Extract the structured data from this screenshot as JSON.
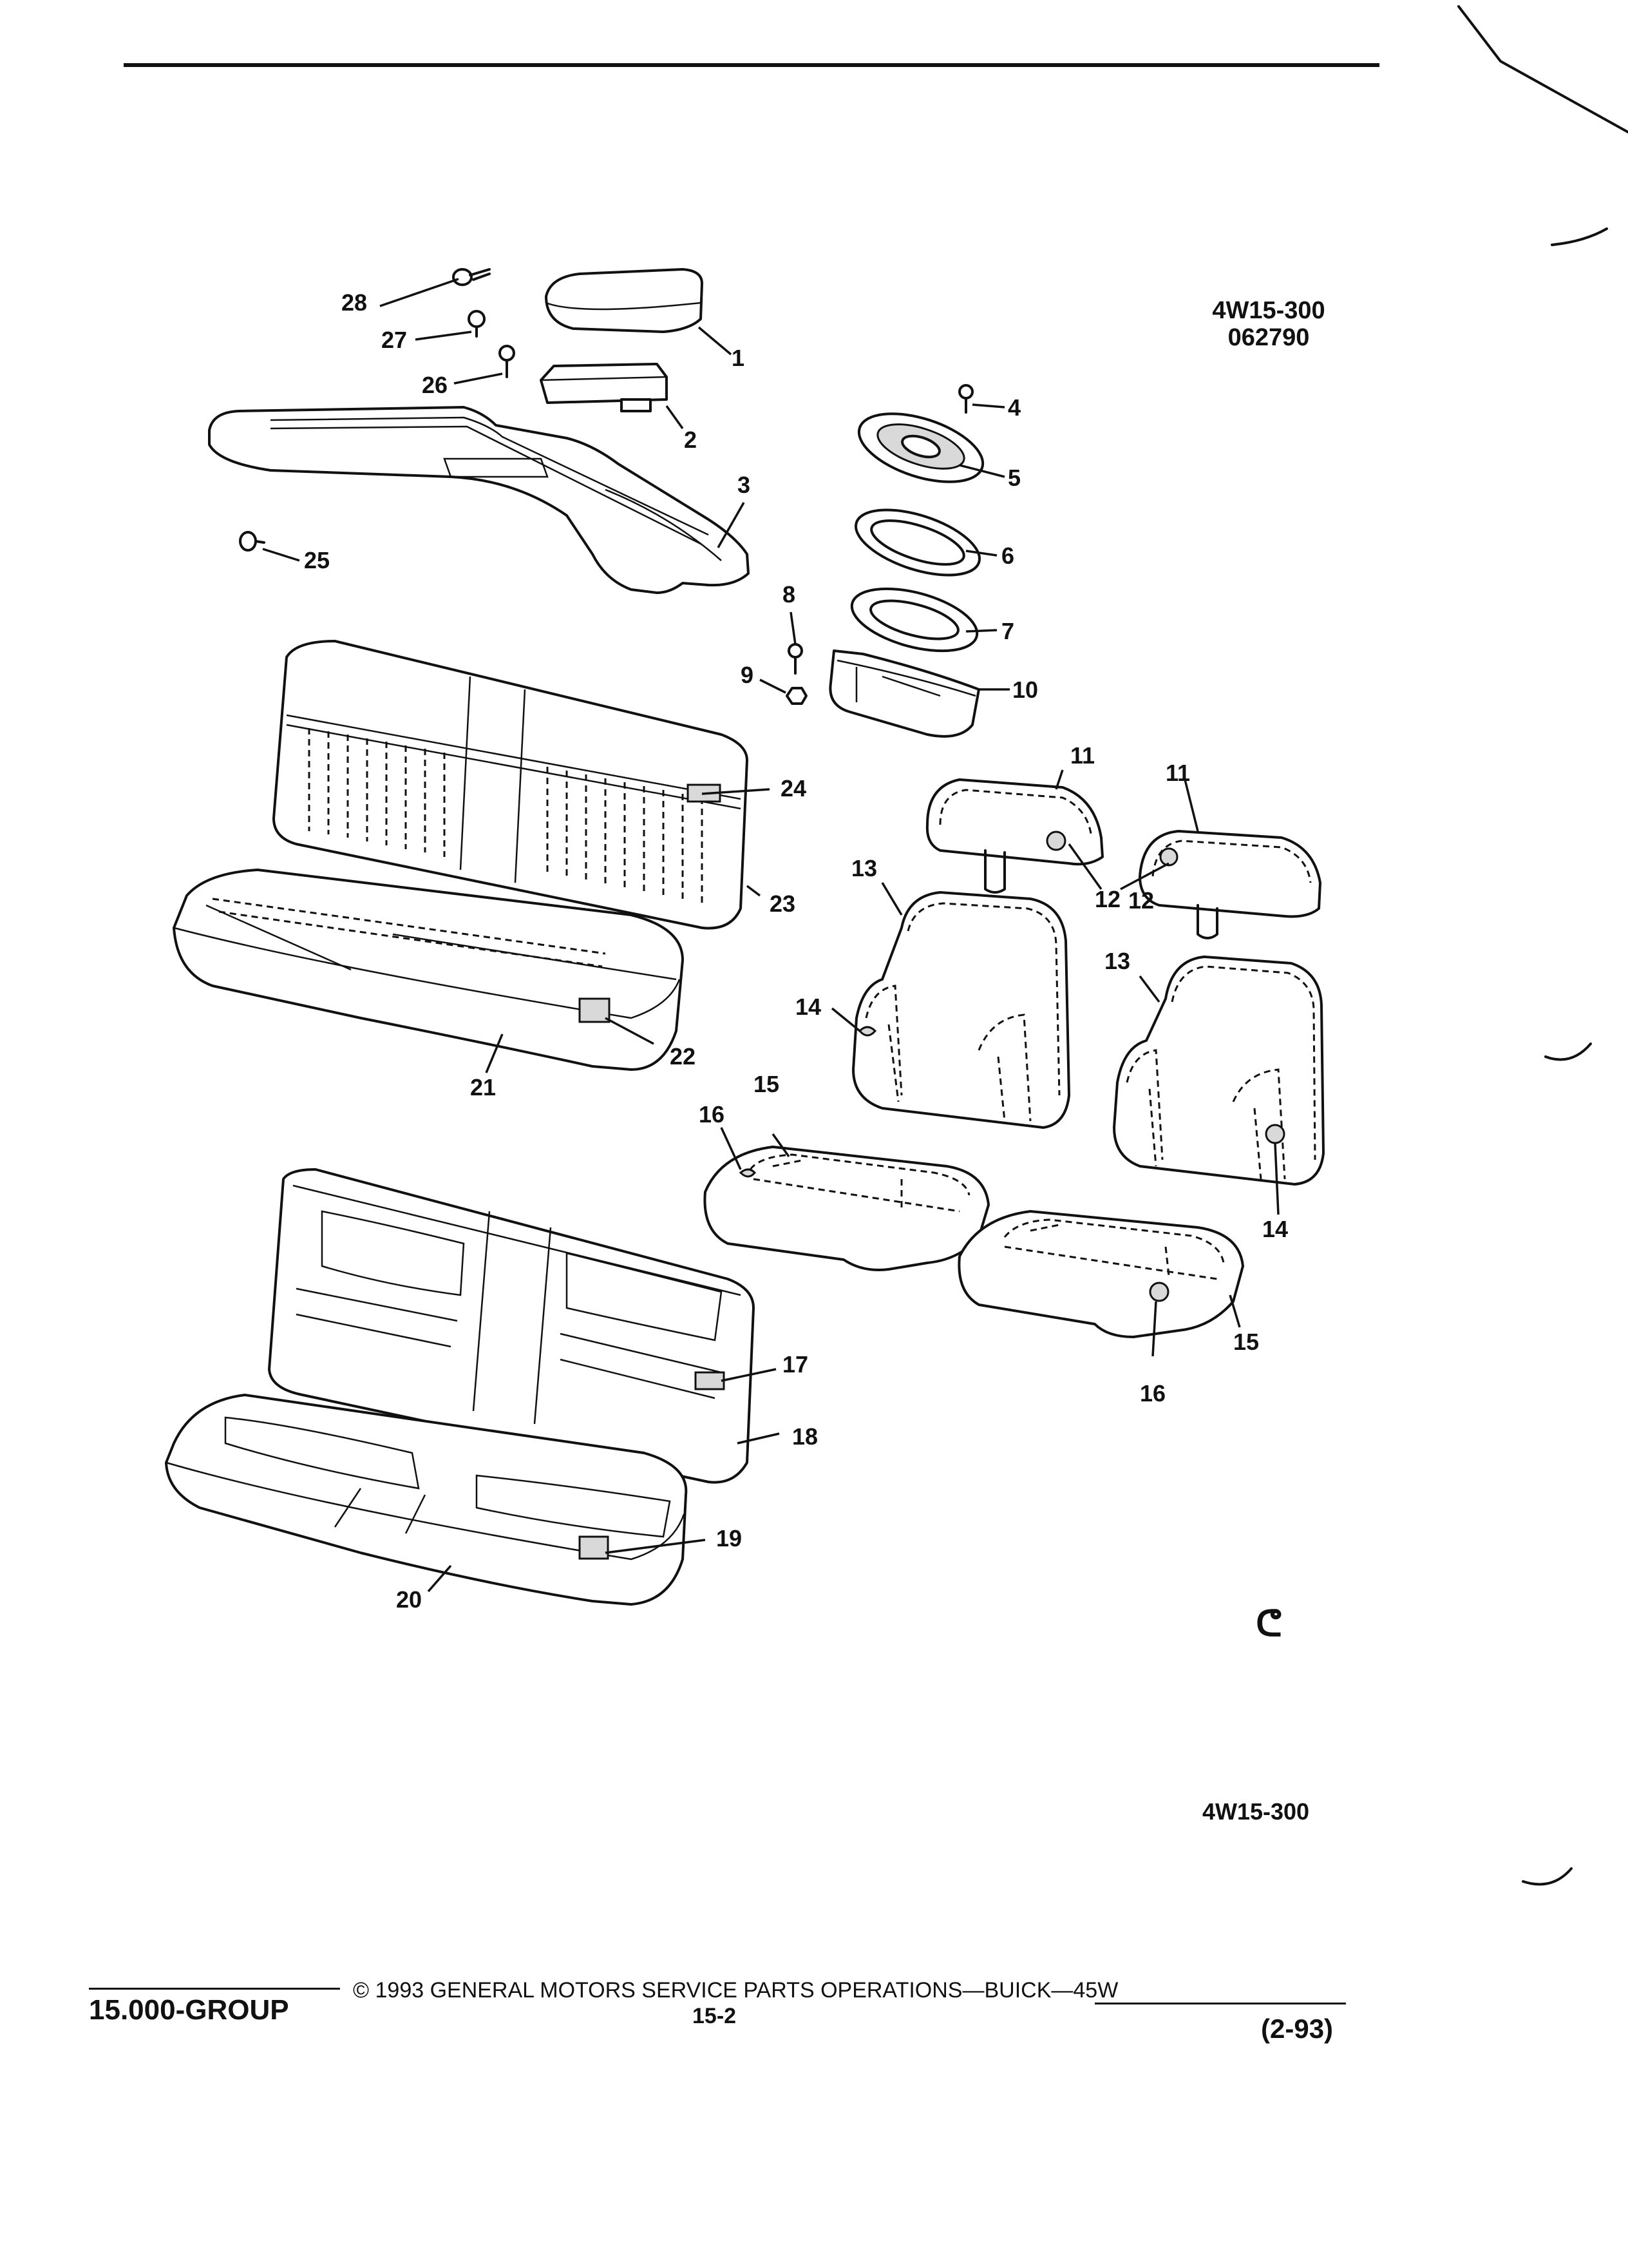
{
  "illustration": {
    "code_primary": "4W15-300",
    "code_date": "062790",
    "code_bottom": "4W15-300",
    "symbol": "ᕦ"
  },
  "callouts": {
    "c1": "1",
    "c2": "2",
    "c3": "3",
    "c4": "4",
    "c5": "5",
    "c6": "6",
    "c7": "7",
    "c8": "8",
    "c9": "9",
    "c10": "10",
    "c11a": "11",
    "c11b": "11",
    "c12a": "12",
    "c12b": "12",
    "c13a": "13",
    "c13b": "13",
    "c14a": "14",
    "c14b": "14",
    "c15a": "15",
    "c15b": "15",
    "c16a": "16",
    "c16b": "16",
    "c17": "17",
    "c18": "18",
    "c19": "19",
    "c20": "20",
    "c21": "21",
    "c22": "22",
    "c23": "23",
    "c24": "24",
    "c25": "25",
    "c26": "26",
    "c27": "27",
    "c28": "28"
  },
  "footer": {
    "group": "15.000-GROUP",
    "copyright": "© 1993 GENERAL MOTORS SERVICE PARTS OPERATIONS—BUICK—45W",
    "page": "15-2",
    "revision": "(2-93)"
  }
}
